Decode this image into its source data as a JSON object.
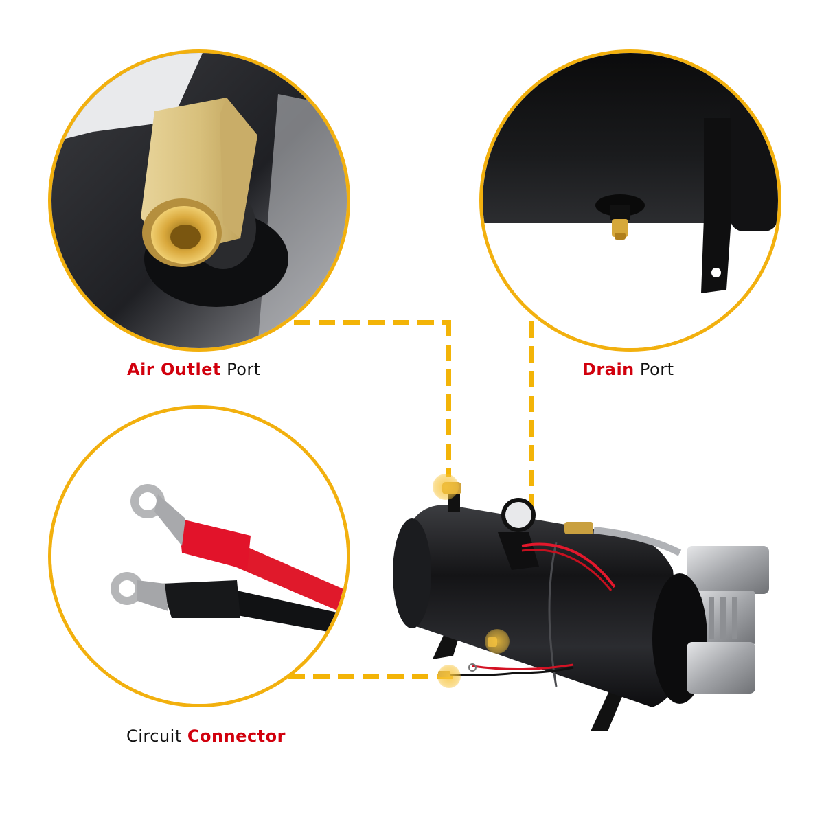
{
  "callouts": [
    {
      "id": "air-outlet",
      "label_highlight": "Air Outlet",
      "label_rest": "Port",
      "highlight_first": true
    },
    {
      "id": "drain",
      "label_highlight": "Drain",
      "label_rest": "Port",
      "highlight_first": true
    },
    {
      "id": "circuit",
      "label_plain": "Circuit",
      "label_highlight": "Connector",
      "highlight_first": false
    }
  ],
  "colors": {
    "accent_yellow": "#f3b407",
    "label_red": "#d1000d",
    "label_black": "#111111"
  },
  "product": {
    "name": "air compressor with tank",
    "components": [
      "brass air outlet fitting",
      "pressure gauge",
      "braided steel hose",
      "compressor head",
      "drain valve",
      "red/black power leads",
      "mounting brackets"
    ]
  }
}
